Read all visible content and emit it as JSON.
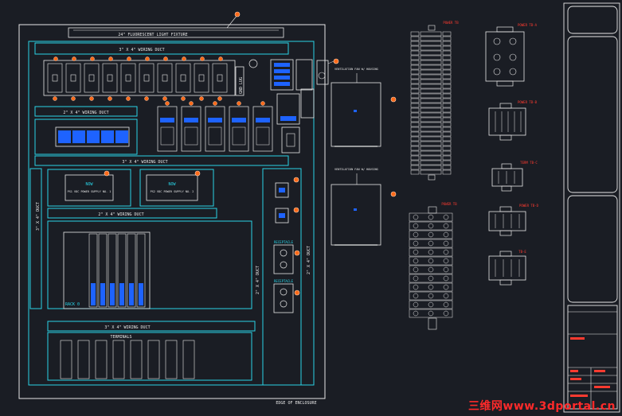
{
  "labels": {
    "light_fixture": "24\" FLUORESCENT LIGHT FIXTURE",
    "duct_top": "3\" X 4\" WIRING DUCT",
    "duct_second": "2\" X 4\" WIRING DUCT",
    "duct_third": "3\" X 4\" WIRING DUCT",
    "duct_fourth": "2\" X 4\" WIRING DUCT",
    "duct_fifth": "3\" X 4\" WIRING DUCT",
    "duct_left_vertical": "3\" X 4\" DUCT",
    "duct_right_vertical_a": "2\" X 4\" DUCT",
    "duct_right_vertical_b": "2\" X 4\" DUCT",
    "terminals": "TERMINALS",
    "rack": "RACK 0",
    "edge": "EDGE OF ENCLOSURE",
    "receptacle_a": "RECEPTACLE",
    "receptacle_b": "RECEPTACLE",
    "psu_a": "PS1 VDC POWER SUPPLY NO. 1",
    "psu_b": "PS2 VDC POWER SUPPLY NO. 2",
    "psu_a_title": "NOW",
    "psu_b_title": "NOW",
    "ground_bar": "GND LUG",
    "device_upper": "VENTILATION FAN W/ HOUSING",
    "device_lower": "VENTILATION FAN W/ HOUSING",
    "tb_strip_top": "POWER TB",
    "tb_strip_bottom": "POWER TB",
    "detail_1": "POWER TB-A",
    "detail_2": "POWER TB-B",
    "detail_3": "TERM TB-C",
    "detail_4": "POWER TB-D",
    "detail_5": "TB-E"
  },
  "watermark": "三维网www.3dportal.cn",
  "colors": {
    "background": "#1a1d24",
    "panel_outline": "#29d3e6",
    "line": "#e8e8e8",
    "accent_blue": "#1e63ff",
    "callout": "#ff6a1a",
    "red_text": "#ff3b30"
  }
}
